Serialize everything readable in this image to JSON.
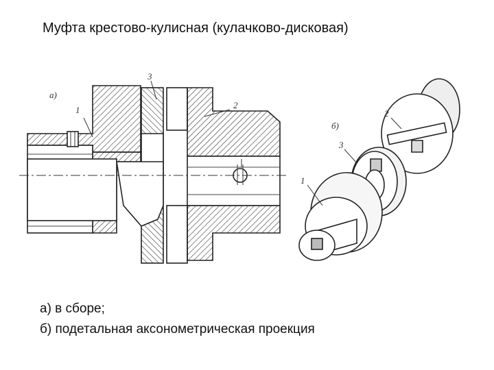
{
  "slide": {
    "title": "Муфта крестово-кулисная  (кулачково-дисковая)",
    "caption_a": "а) в сборе;",
    "caption_b": "б) подетальная аксонометрическая проекция"
  },
  "drawing_a": {
    "view_label": "а)",
    "callouts": [
      "1",
      "2",
      "3"
    ]
  },
  "drawing_b": {
    "view_label": "б)",
    "callouts": [
      "2",
      "3",
      "1"
    ]
  }
}
